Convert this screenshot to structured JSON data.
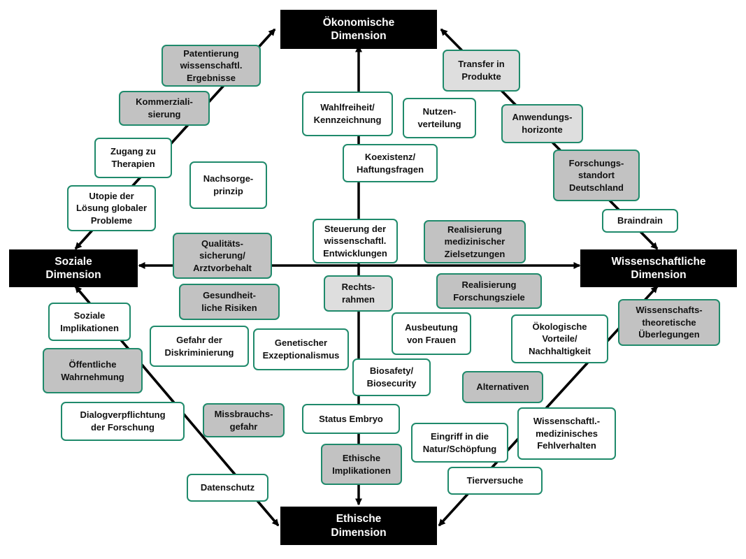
{
  "dimensions": {
    "oekonomisch": "Ökonomische\nDimension",
    "sozial": "Soziale\nDimension",
    "wissenschaftlich": "Wissenschaftliche\nDimension",
    "ethisch": "Ethische\nDimension"
  },
  "nodes": {
    "patentierung": "Patentierung\nwissenschaftl.\nErgebnisse",
    "kommerzialisierung": "Kommerziali-\nsierung",
    "zugang_therapien": "Zugang zu\nTherapien",
    "utopie": "Utopie der\nLösung globaler\nProbleme",
    "nachsorgeprinzip": "Nachsorge-\nprinzip",
    "wahlfreiheit": "Wahlfreiheit/\nKennzeichnung",
    "nutzenverteilung": "Nutzen-\nverteilung",
    "koexistenz": "Koexistenz/\nHaftungsfragen",
    "transfer_produkte": "Transfer in\nProdukte",
    "anwendungshorizonte": "Anwendungs-\nhorizonte",
    "forschungsstandort": "Forschungs-\nstandort\nDeutschland",
    "braindrain": "Braindrain",
    "qualitaetssicherung": "Qualitäts-\nsicherung/\nArztvorbehalt",
    "steuerung": "Steuerung der\nwissenschaftl.\nEntwicklungen",
    "realisierung_medizin": "Realisierung\nmedizinischer\nZielsetzungen",
    "gesundheitliche_risiken": "Gesundheit-\nliche Risiken",
    "rechtsrahmen": "Rechts-\nrahmen",
    "realisierung_forschung": "Realisierung\nForschungsziele",
    "soziale_implikationen": "Soziale\nImplikationen",
    "gefahr_diskriminierung": "Gefahr der\nDiskriminierung",
    "genetischer_exzeptionalismus": "Genetischer\nExzeptionalismus",
    "ausbeutung_frauen": "Ausbeutung\nvon Frauen",
    "oekologische_vorteile": "Ökologische\nVorteile/\nNachhaltigkeit",
    "wissenschaftstheoretische": "Wissenschafts-\ntheoretische\nÜberlegungen",
    "oeffentliche_wahrnehmung": "Öffentliche\nWahrnehmung",
    "biosafety": "Biosafety/\nBiosecurity",
    "alternativen": "Alternativen",
    "dialogverpflichtung": "Dialogverpflichtung\nder Forschung",
    "missbrauchsgefahr": "Missbrauchs-\ngefahr",
    "status_embryo": "Status Embryo",
    "eingriff_natur": "Eingriff in die\nNatur/Schöpfung",
    "wissenschaftl_fehlverhalten": "Wissenschaftl.-\nmedizinisches\nFehlverhalten",
    "ethische_implikationen": "Ethische\nImplikationen",
    "tierversuche": "Tierversuche",
    "datenschutz": "Datenschutz"
  },
  "colors": {
    "border": "#1f8a6b",
    "fill_dark_gray": "#c2c2c2",
    "fill_light_gray": "#dedede",
    "dimension_fill": "#000000",
    "dimension_text": "#ffffff"
  }
}
